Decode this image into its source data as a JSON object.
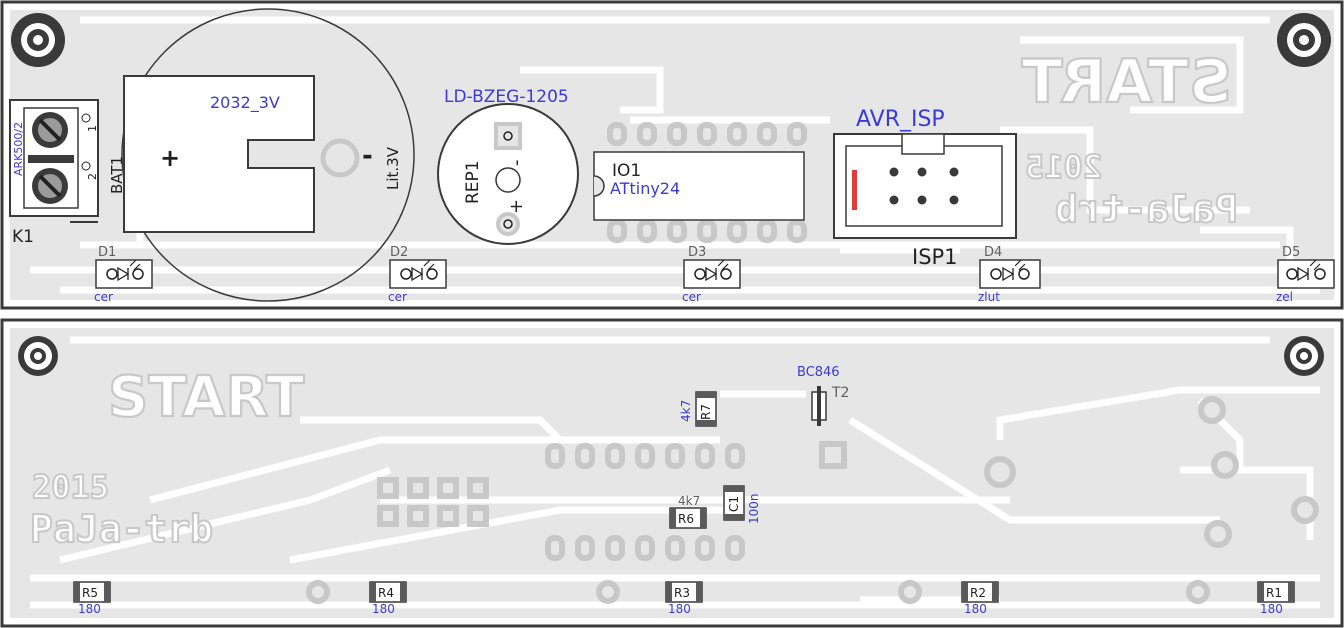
{
  "top_board": {
    "battery": {
      "name": "BAT1",
      "type": "2032_3V",
      "polarity_plus": "+",
      "polarity_minus": "-",
      "chem": "Lit.3V"
    },
    "terminal": {
      "name": "K1",
      "type": "ARK500/2",
      "pin1": "1",
      "pin2": "2"
    },
    "buzzer": {
      "name": "REP1",
      "type": "LD-BZEG-1205",
      "minus": "-",
      "plus": "+"
    },
    "ic": {
      "name": "IO1",
      "type": "ATtiny24"
    },
    "isp": {
      "title": "AVR_ISP",
      "name": "ISP1"
    },
    "leds": [
      {
        "ref": "D1",
        "color": "cer"
      },
      {
        "ref": "D2",
        "color": "cer"
      },
      {
        "ref": "D3",
        "color": "cer"
      },
      {
        "ref": "D4",
        "color": "zlut"
      },
      {
        "ref": "D5",
        "color": "zel"
      }
    ],
    "mirror_text": {
      "start": "START",
      "year": "2015",
      "author": "PaJa-trb"
    }
  },
  "bottom_board": {
    "transistor": {
      "name": "T2",
      "type": "BC846"
    },
    "r7": {
      "ref": "R7",
      "value": "4k7"
    },
    "r6": {
      "ref": "R6",
      "value": "4k7"
    },
    "c1": {
      "ref": "C1",
      "value": "100n"
    },
    "resistors": [
      {
        "ref": "R5",
        "value": "180"
      },
      {
        "ref": "R4",
        "value": "180"
      },
      {
        "ref": "R3",
        "value": "180"
      },
      {
        "ref": "R2",
        "value": "180"
      },
      {
        "ref": "R1",
        "value": "180"
      }
    ],
    "silk_text": {
      "start": "START",
      "year": "2015",
      "author": "PaJa-trb"
    }
  },
  "colors": {
    "board": "#e6e6e6",
    "copper": "#c8c8c8",
    "outline": "#3a3a3a",
    "label_blue": "#3a3ad8",
    "pin1_marker": "#e03a3a"
  }
}
